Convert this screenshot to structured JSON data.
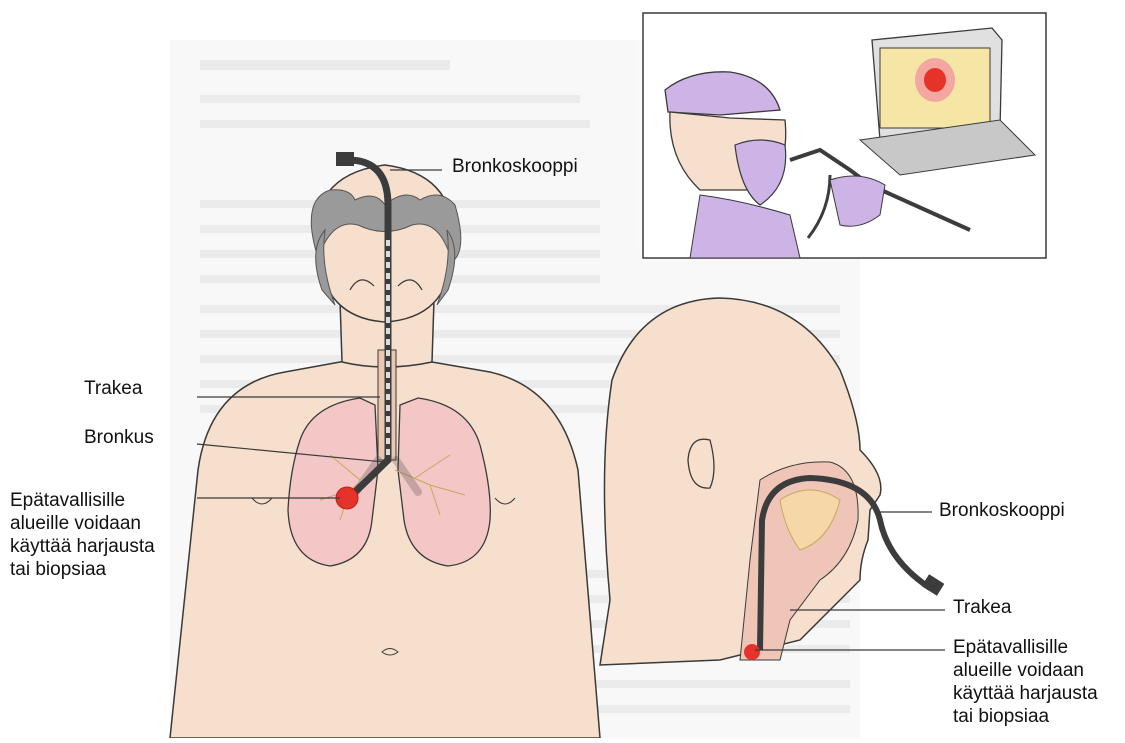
{
  "labels": {
    "bronkoskooppi_top": "Bronkoskooppi",
    "trakea_left": "Trakea",
    "bronkus": "Bronkus",
    "note_left": "Epätavallisille\nalueille voidaan\nkäyttää harjausta\ntai biopsiaa",
    "bronkoskooppi_right": "Bronkoskooppi",
    "trakea_right": "Trakea",
    "note_right": "Epätavallisille\nalueille voidaan\nkäyttää harjausta\ntai biopsiaa"
  },
  "colors": {
    "skin": "#f6dfcc",
    "skin_outline": "#3a3a3a",
    "hair": "#9a9a9a",
    "lung": "#f2c7c6",
    "scope": "#3c3c3c",
    "lesion": "#e6332a",
    "scrubs": "#cdb3e6",
    "monitor_screen": "#f6e6a6",
    "background_text": "#e6e6e6"
  }
}
